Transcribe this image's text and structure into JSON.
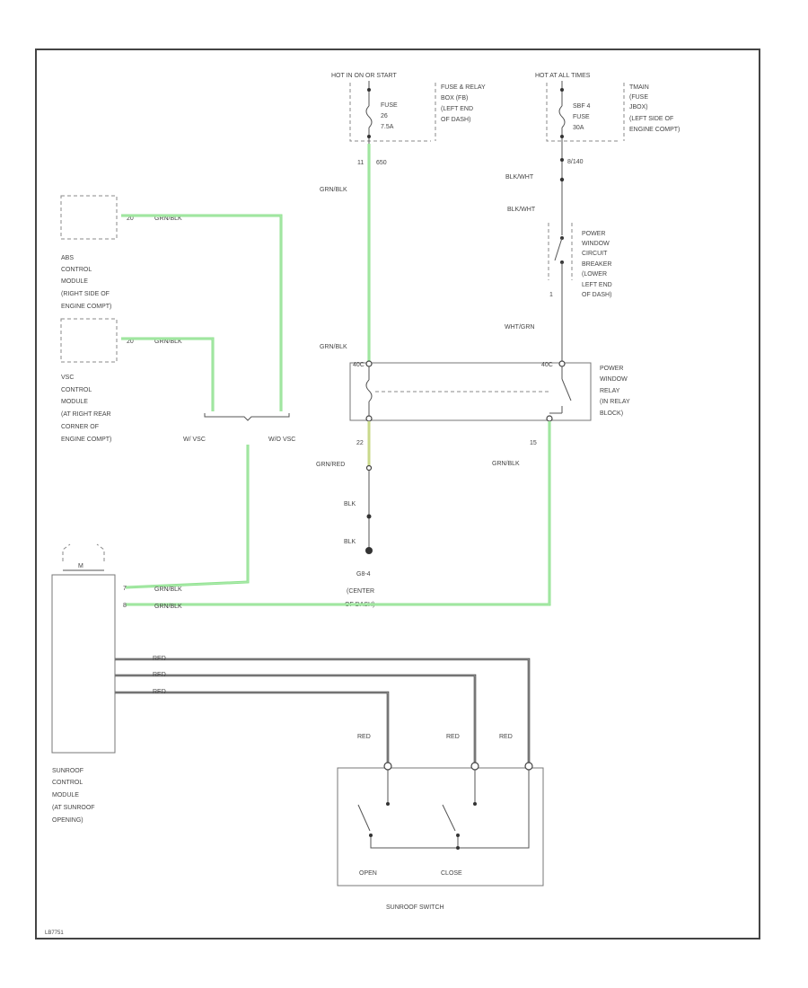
{
  "power": {
    "left_source": "HOT IN ON OR START",
    "right_source": "HOT AT ALL TIMES"
  },
  "fuse_box": {
    "fuse_label": [
      "FUSE",
      "26",
      "7.5A"
    ],
    "location": [
      "FUSE & RELAY",
      "BOX (FB)",
      "(LEFT END",
      "OF DASH)"
    ],
    "wire_code": "11",
    "wire_circuit": "650",
    "wire_color": "GRN/BLK"
  },
  "pdc": {
    "fuse_label": [
      "SBF 4",
      "FUSE",
      "30A"
    ],
    "location": [
      "TMAIN",
      "(FUSE",
      "JBOX)",
      "(LEFT SIDE OF",
      "ENGINE COMPT)"
    ],
    "pin": "8/140",
    "wire_color_1": "BLK/WHT",
    "wire_color_2": "BLK/WHT",
    "pin_a": "1",
    "wire_color_3": "WHT/GRN"
  },
  "breaker": {
    "label": [
      "POWER",
      "WINDOW",
      "CIRCUIT",
      "BREAKER",
      "(LOWER",
      "LEFT END",
      "OF DASH)"
    ]
  },
  "relay": {
    "left_pin": "40C",
    "right_pin": "40C",
    "left_wire": "GRN/BLK",
    "bottom_pin_left": "22",
    "bottom_pin_right": "15",
    "bottom_left_wire": "GRN/RED",
    "bottom_right_wire": "GRN/BLK",
    "label": [
      "POWER",
      "WINDOW",
      "RELAY",
      "(IN RELAY",
      "BLOCK)"
    ]
  },
  "ground": {
    "wire_1": "BLK",
    "wire_2": "BLK",
    "label": [
      "G8-4",
      "(CENTER",
      "OF DASH)"
    ]
  },
  "abs": {
    "pin": "20",
    "wire": "GRN/BLK",
    "label": [
      "ABS",
      "CONTROL",
      "MODULE",
      "(RIGHT SIDE OF",
      "ENGINE COMPT)"
    ]
  },
  "vsc": {
    "pin": "20",
    "wire": "GRN/BLK",
    "label": [
      "VSC",
      "CONTROL",
      "MODULE",
      "(AT RIGHT REAR",
      "CORNER OF",
      "ENGINE COMPT)"
    ]
  },
  "splice": {
    "left": "W/ VSC",
    "right": "W/O VSC"
  },
  "sunroof_module": {
    "conn_label": "M",
    "pin_1": "7",
    "pin_2": "8",
    "wire_1": "GRN/BLK",
    "wire_2": "GRN/BLK",
    "out_wire_1": "RED",
    "out_wire_2": "RED",
    "out_wire_3": "RED",
    "label": [
      "SUNROOF",
      "CONTROL",
      "MODULE",
      "(AT SUNROOF",
      "OPENING)"
    ]
  },
  "switch": {
    "wire_1": "RED",
    "wire_2": "RED",
    "wire_3": "RED",
    "open": "OPEN",
    "close": "CLOSE",
    "title": "SUNROOF SWITCH"
  },
  "footer": {
    "code": "LB7751"
  }
}
